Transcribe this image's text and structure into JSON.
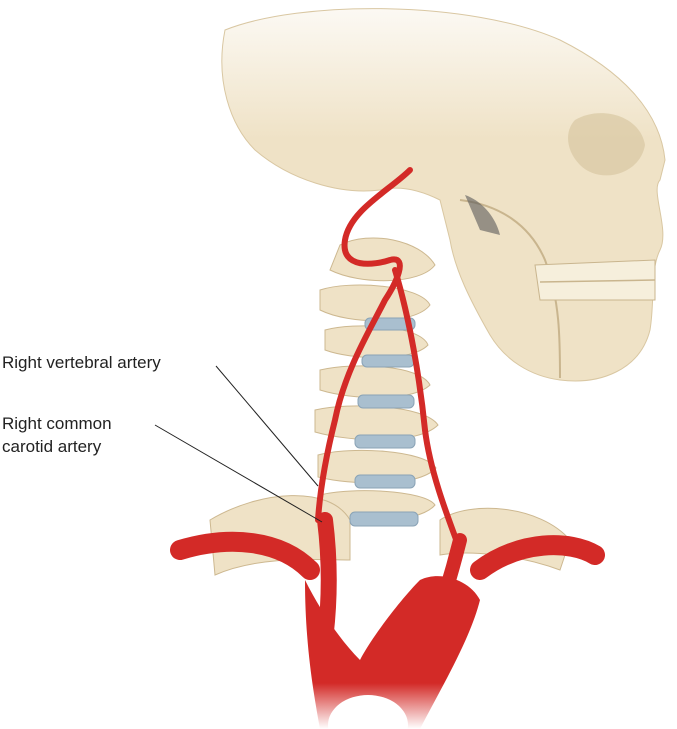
{
  "figure": {
    "labels": {
      "vertebral": "Right vertebral artery",
      "carotid_line1": "Right common",
      "carotid_line2": "carotid artery"
    },
    "colors": {
      "bone": "#efe2c6",
      "bone_shade": "#d9c7a2",
      "artery": "#d32a27",
      "artery_dark": "#a81816",
      "disc": "#a9bfcf",
      "leader": "#222222"
    }
  }
}
